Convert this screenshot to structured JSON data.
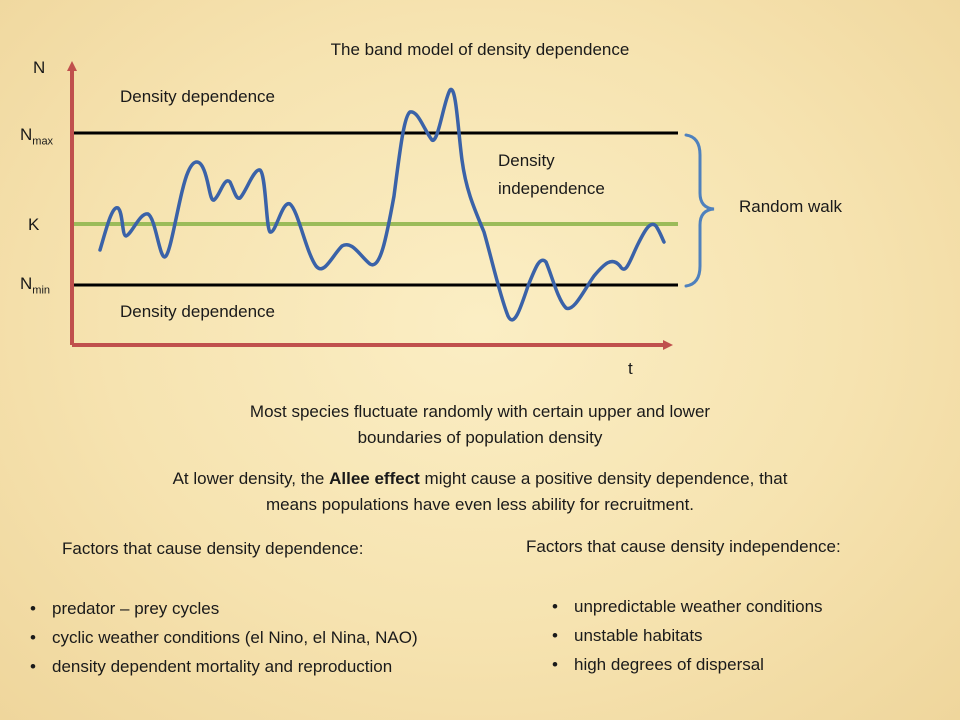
{
  "diagram": {
    "title": "The band model of density dependence",
    "y_axis_label": "N",
    "x_axis_label": "t",
    "level_labels": {
      "nmax_main": "N",
      "nmax_sub": "max",
      "k": "K",
      "nmin_main": "N",
      "nmin_sub": "min"
    },
    "region_labels": {
      "upper": "Density dependence",
      "lower": "Density dependence",
      "middle_line1": "Density",
      "middle_line2": "independence",
      "bracket": "Random walk"
    },
    "colors": {
      "axis": "#c0504d",
      "curve": "#3a62a8",
      "k_line": "#9bbb59",
      "bound_lines": "#000000",
      "bracket": "#4f81bd"
    }
  },
  "text": {
    "summary_line1": "Most species fluctuate randomly with certain upper and lower",
    "summary_line2": "boundaries of population density",
    "allee_pre": "At lower density, the ",
    "allee_bold": "Allee effect",
    "allee_post": " might cause a positive density dependence, that",
    "allee_line2": "means populations have even less ability for recruitment."
  },
  "factors_dependence": {
    "heading": "Factors that cause density dependence:",
    "items": [
      "predator – prey cycles",
      "cyclic weather conditions (el Nino, el Nina, NAO)",
      "density dependent mortality and reproduction"
    ]
  },
  "factors_independence": {
    "heading": "Factors that cause density independence:",
    "items": [
      "unpredictable weather conditions",
      "unstable habitats",
      "high degrees of dispersal"
    ]
  }
}
